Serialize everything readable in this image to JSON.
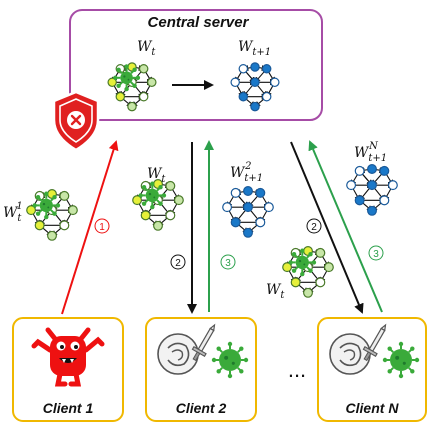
{
  "server": {
    "title": "Central server",
    "w_left": "W",
    "w_left_sub": "t",
    "w_right": "W",
    "w_right_sub": "t+1"
  },
  "edges": {
    "client1_weight": "W",
    "client1_sub": "t",
    "client1_sup": "1",
    "middle_down_weight": "W",
    "middle_down_sub": "t",
    "middle_up_weight": "W",
    "middle_up_sub": "t+1",
    "middle_up_sup": "2",
    "right_up_weight": "W",
    "right_up_sub": "t+1",
    "right_up_sup": "N",
    "right_down_weight": "W",
    "right_down_sub": "t"
  },
  "steps": {
    "upload": "1",
    "broadcast": "2",
    "update": "3"
  },
  "clients": [
    {
      "label": "Client 1"
    },
    {
      "label": "Client 2"
    },
    {
      "label": "Client N"
    }
  ],
  "ellipsis": "...",
  "colors": {
    "server_border": "#a64ca6",
    "client_border": "#f0b800",
    "malicious": "#ee1111",
    "green_arrow": "#2ca04c",
    "virus": "#3aaa3a",
    "node_yellow": "#e6f03a",
    "node_blue": "#1a78c8",
    "shield": "#e02020"
  }
}
